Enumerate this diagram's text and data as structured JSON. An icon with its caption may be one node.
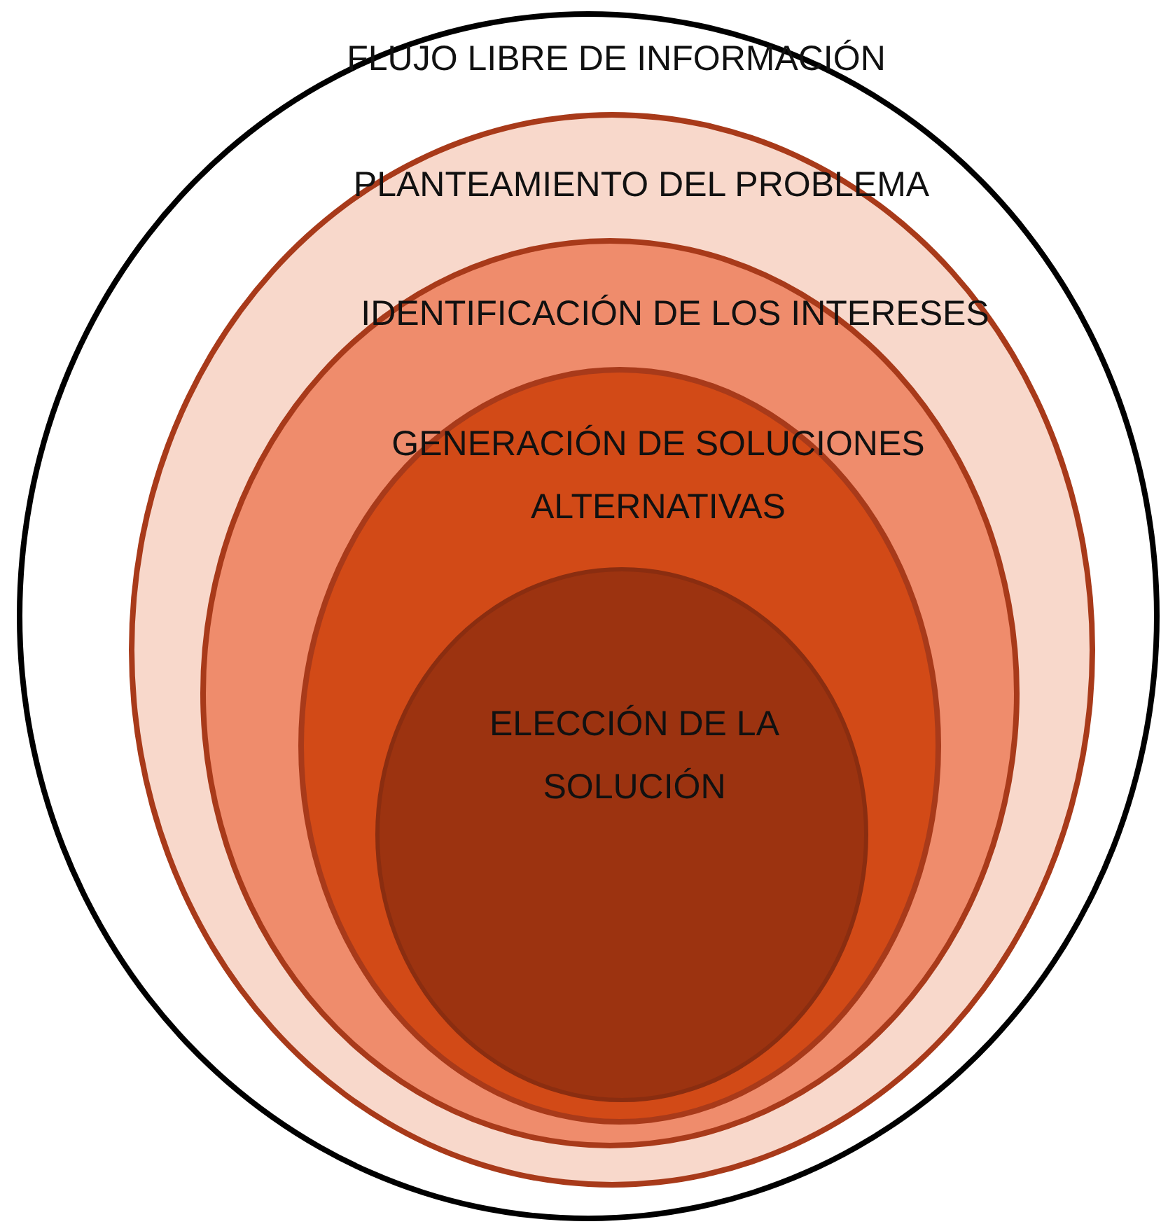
{
  "diagram": {
    "nodes": [
      {
        "text": [
          "FLUJO LIBRE DE INFORMACIÓN"
        ]
      },
      {
        "text": [
          "PLANTEAMIENTO DEL PROBLEMA"
        ],
        "in": 0
      },
      {
        "text": [
          "IDENTIFICACIÓN DE LOS INTERESES"
        ],
        "in": 1
      },
      {
        "text": [
          "GENERACIÓN DE SOLUCIONES ALTERNATIVAS"
        ],
        "in": 2
      },
      {
        "text": [
          "ELECCIÓN DE LA SOLUCIÓN"
        ],
        "in": 3
      }
    ]
  }
}
